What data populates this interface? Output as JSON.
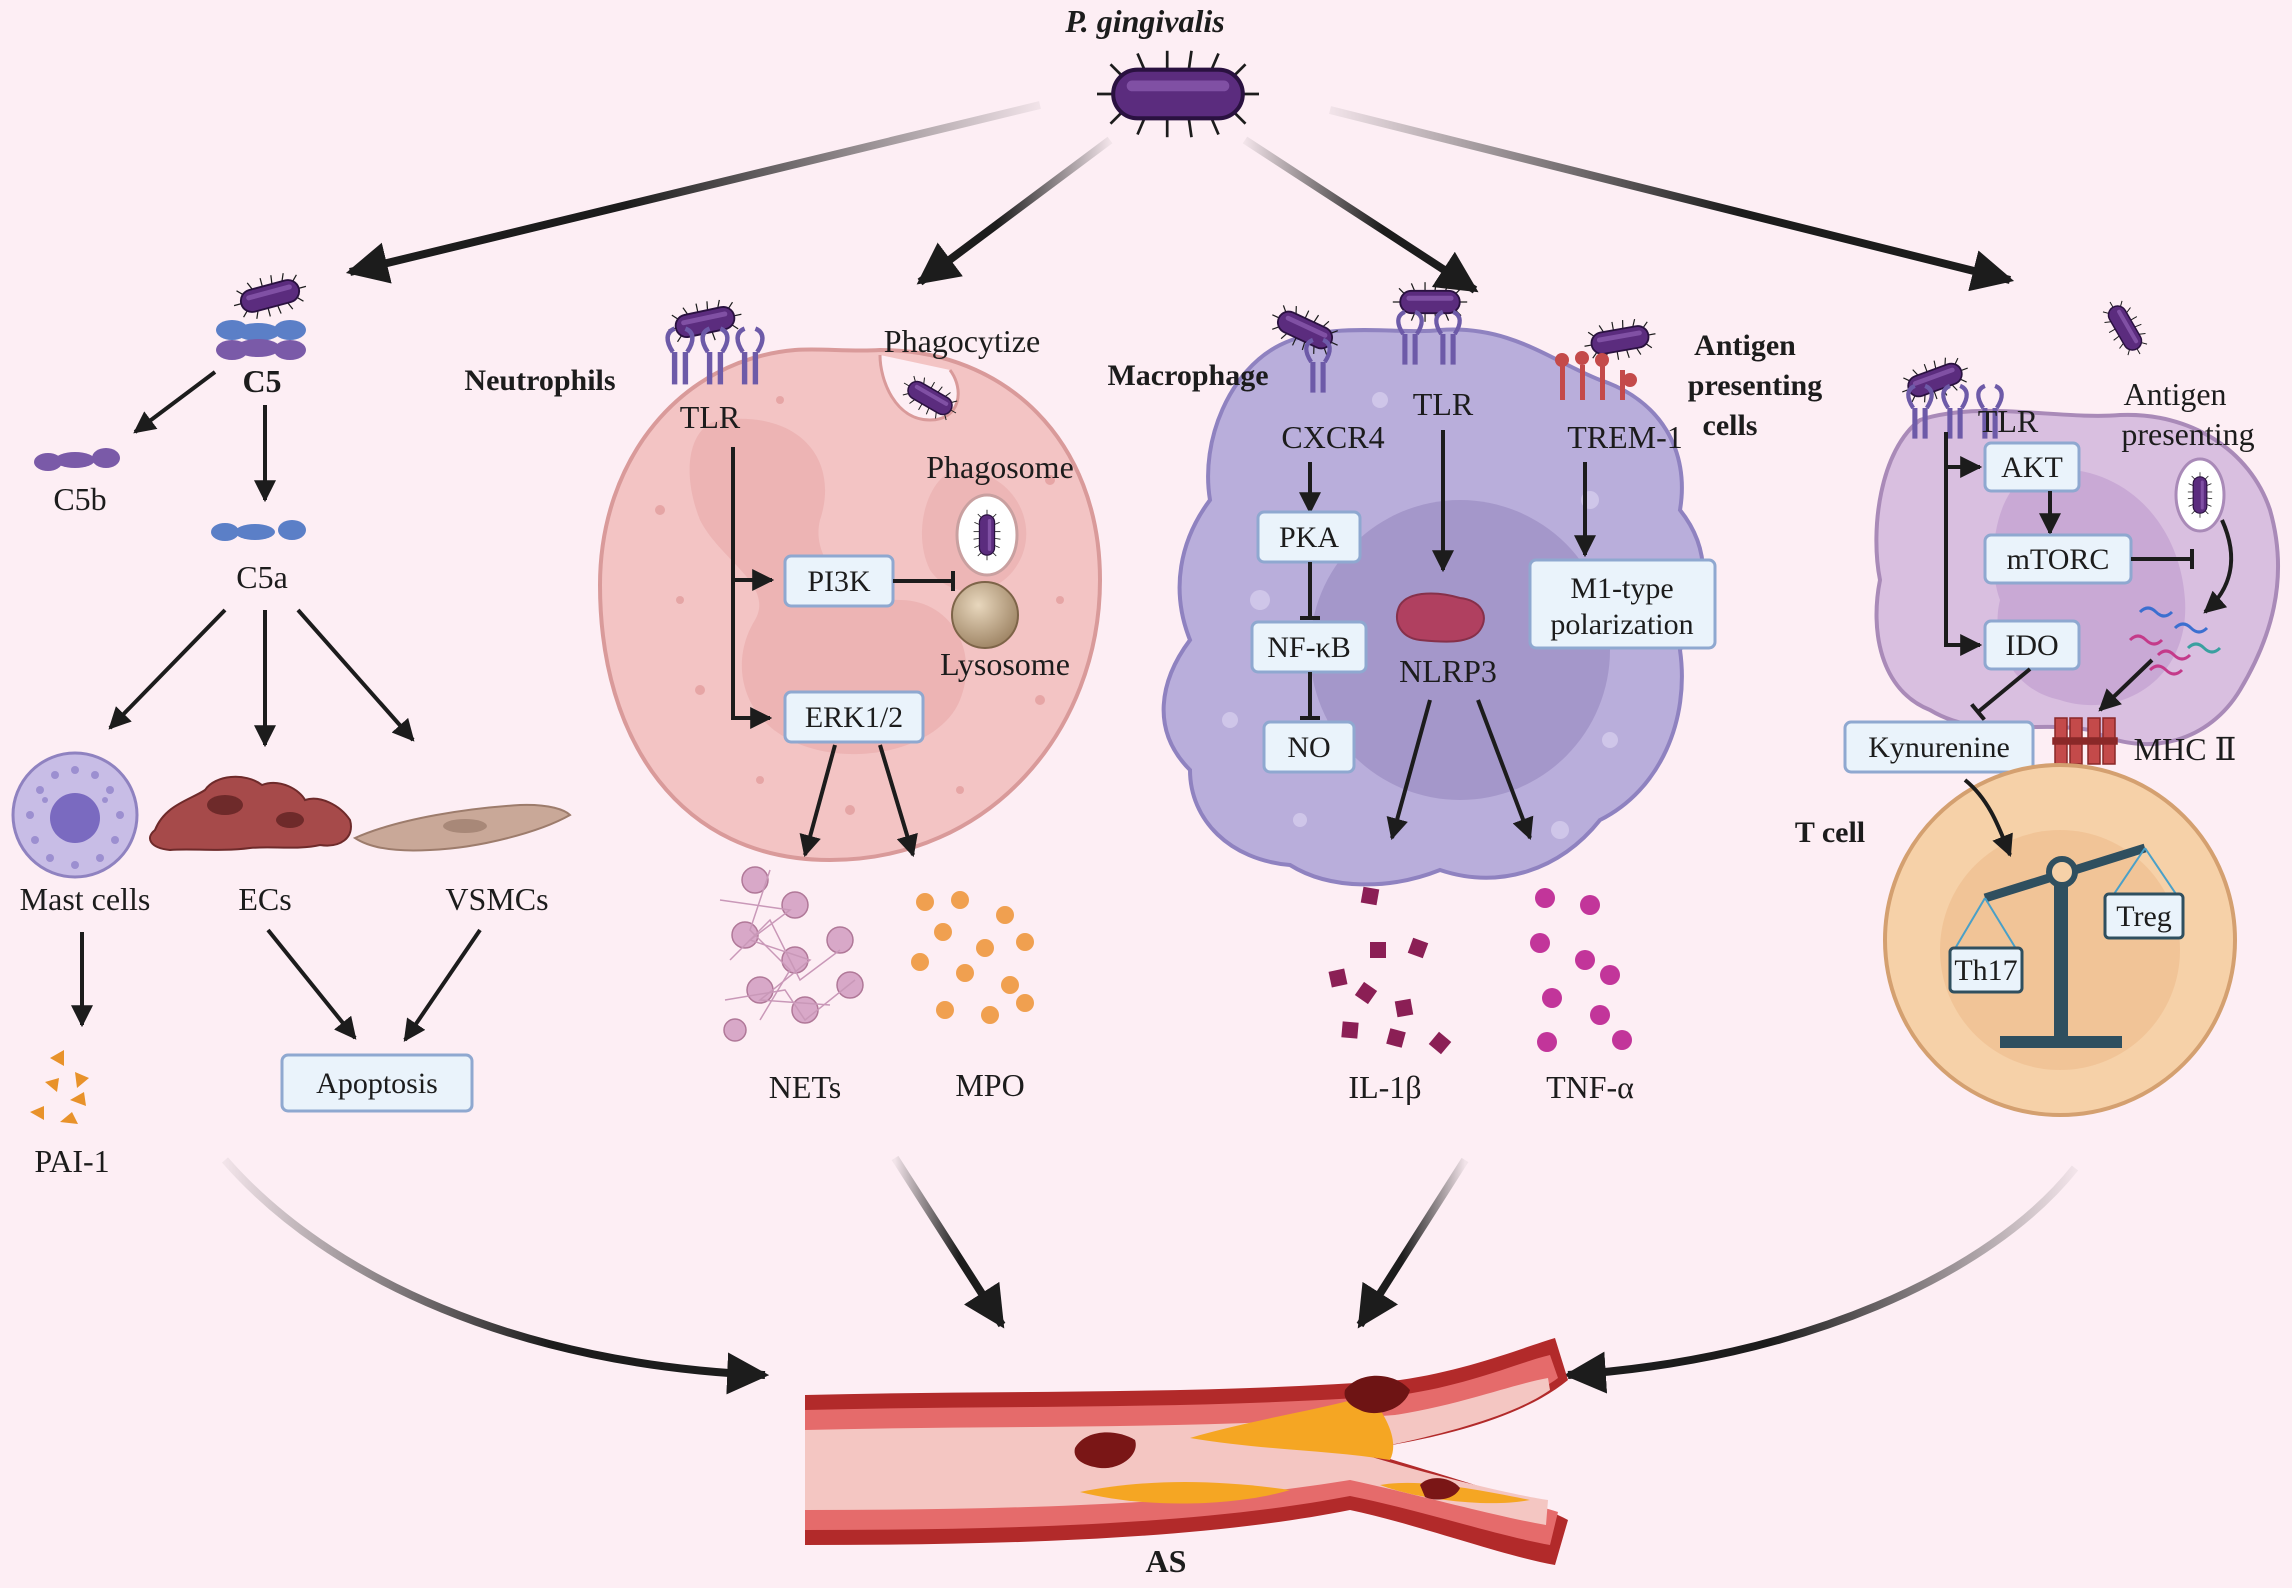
{
  "title": "P. gingivalis",
  "outcome": "AS",
  "complement": {
    "c5": "C5",
    "c5b": "C5b",
    "c5a": "C5a",
    "mast_cells": "Mast cells",
    "ecs": "ECs",
    "vsmcs": "VSMCs",
    "pai1": "PAI-1",
    "apoptosis": "Apoptosis"
  },
  "neutrophils": {
    "title": "Neutrophils",
    "tlr": "TLR",
    "phagocytize": "Phagocytize",
    "phagosome": "Phagosome",
    "pi3k": "PI3K",
    "lysosome": "Lysosome",
    "erk": "ERK1/2",
    "nets": "NETs",
    "mpo": "MPO"
  },
  "macrophage": {
    "title": "Macrophage",
    "cxcr4": "CXCR4",
    "tlr": "TLR",
    "trem1": "TREM-1",
    "pka": "PKA",
    "nfkb": "NF-κB",
    "no": "NO",
    "nlrp3": "NLRP3",
    "m1_line1": "M1-type",
    "m1_line2": "polarization",
    "il1b": "IL-1β",
    "tnfa": "TNF-α"
  },
  "apc": {
    "title_line1": "Antigen",
    "title_line2": "presenting",
    "title_line3": "cells",
    "tlr": "TLR",
    "akt": "AKT",
    "mtorc": "mTORC",
    "ido": "IDO",
    "ag_line1": "Antigen",
    "ag_line2": "presenting",
    "kynurenine": "Kynurenine",
    "mhc": "MHC Ⅱ",
    "tcell": "T cell",
    "th17": "Th17",
    "treg": "Treg"
  },
  "colors": {
    "background": "#fdeef4",
    "bacterium": "#5b2c7e",
    "neutrophil": "#f3c4c4",
    "macrophage": "#b9aedb",
    "apc": "#d9bfe0",
    "tcell": "#f6d1a8",
    "box_fill": "#eaf3fb",
    "box_stroke": "#8fa8d0",
    "il1b": "#8b1f55",
    "tnfa": "#c2359a",
    "mpo": "#f0a050",
    "pai1": "#e8922a"
  }
}
